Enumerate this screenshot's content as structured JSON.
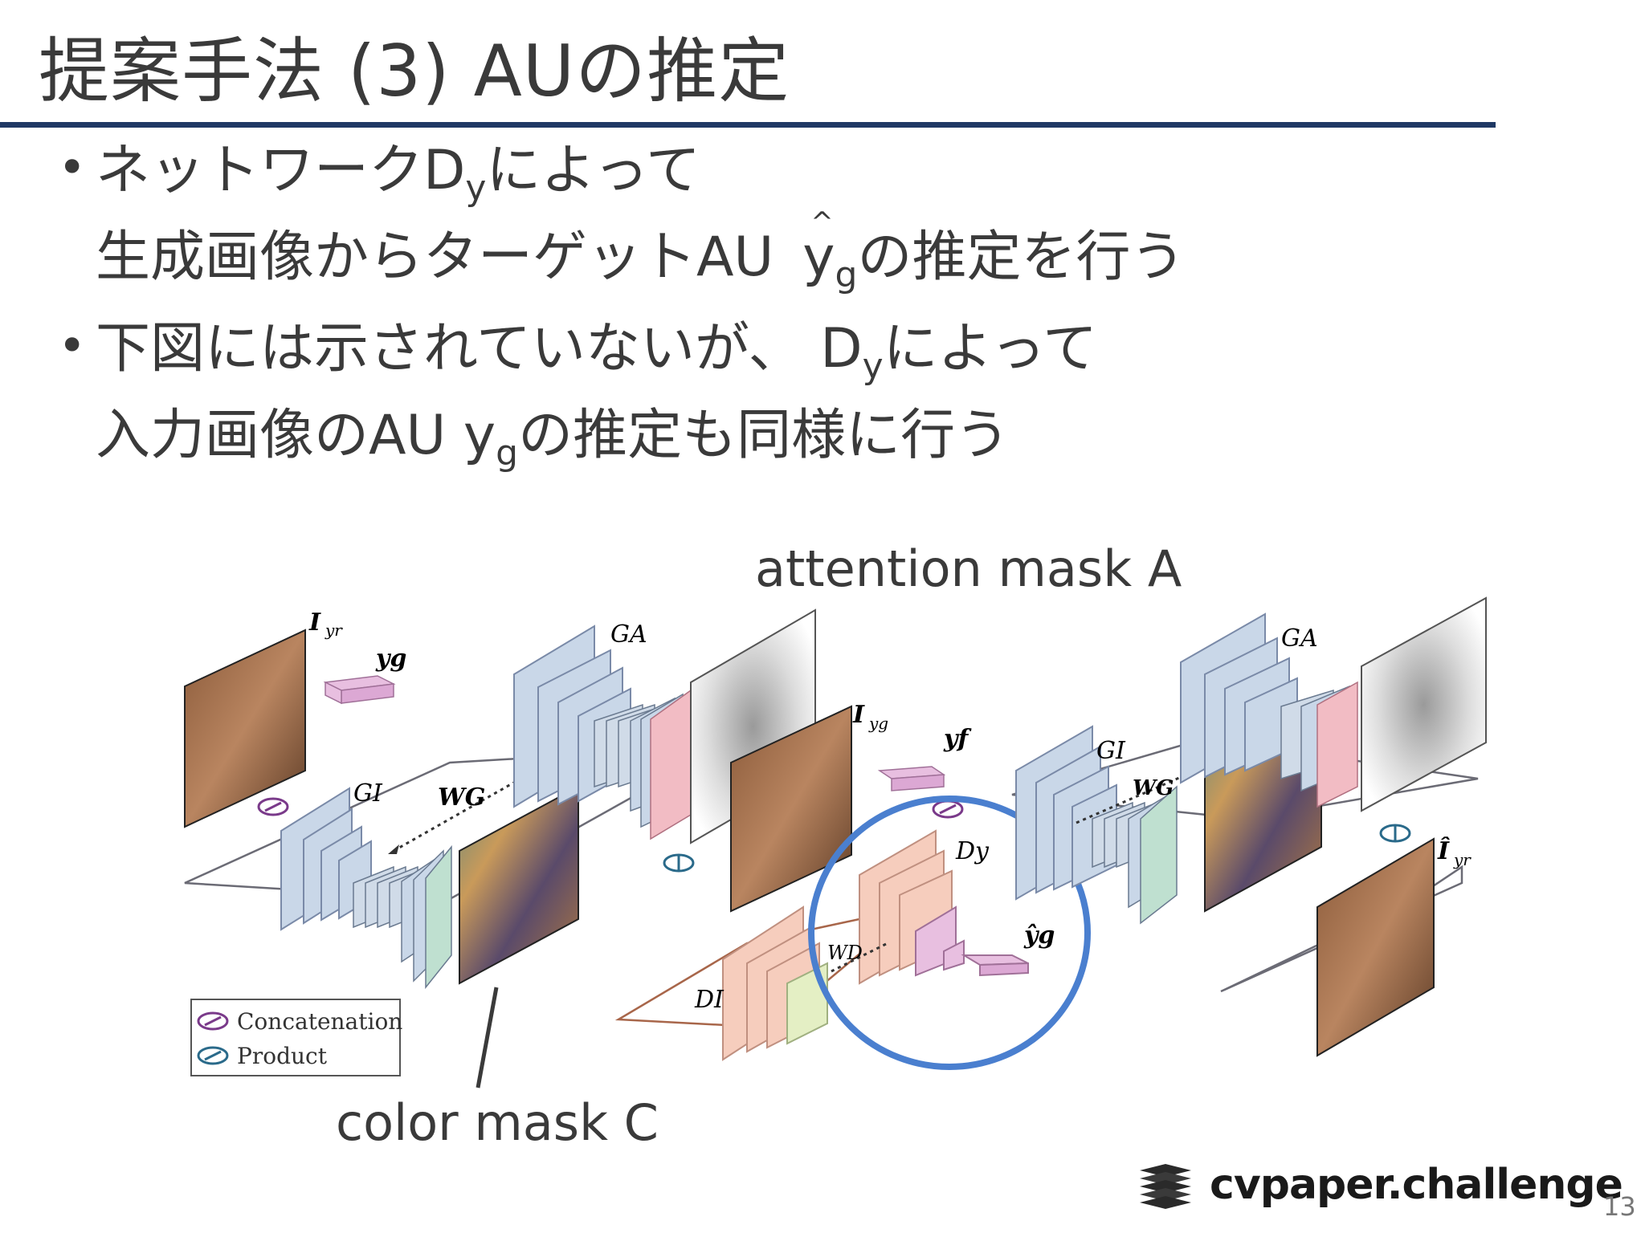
{
  "slide": {
    "title": "提案手法 (3) AUの推定",
    "page_number": "13",
    "logo_text": "cvpaper.challenge",
    "logo_icon": "stacked-layers-icon"
  },
  "bullets": [
    {
      "l1_a": "ネットワークD",
      "l1_sub": "y",
      "l1_b": "によって",
      "l2_a": "生成画像からターゲットAU",
      "l2_hat": "^",
      "l2_y": "y",
      "l2_sub": "g",
      "l2_b": "の推定を行う"
    },
    {
      "l1_a": "下図には示されていないが、 D",
      "l1_sub": "y",
      "l1_b": "によって",
      "l2_a": "入力画像のAU y",
      "l2_sub": "g",
      "l2_b": "の推定も同様に行う"
    }
  ],
  "annotations": {
    "attention": "attention mask A",
    "color": "color mask C"
  },
  "diagram": {
    "label_I_yr": "I",
    "label_I_yr_sub": "yr",
    "label_yg": "yg",
    "label_GA": "GA",
    "label_GI": "GI",
    "label_WG": "WG",
    "label_I_yg": "I",
    "label_I_yg_sub": "yg",
    "label_yf": "yf",
    "label_Dy": "Dy",
    "label_DI": "DI",
    "label_WD": "WD",
    "label_yhat_g": "ŷg",
    "label_Ihat_yr": "Î",
    "label_Ihat_yr_sub": "yr",
    "legend_concat": "Concatenation",
    "legend_product": "Product",
    "colors": {
      "generator": "#c9d7e8",
      "discriminator": "#f6cdbd",
      "au_vector": "#e8bfe0",
      "highlight_circle": "#4a7fcf"
    }
  }
}
